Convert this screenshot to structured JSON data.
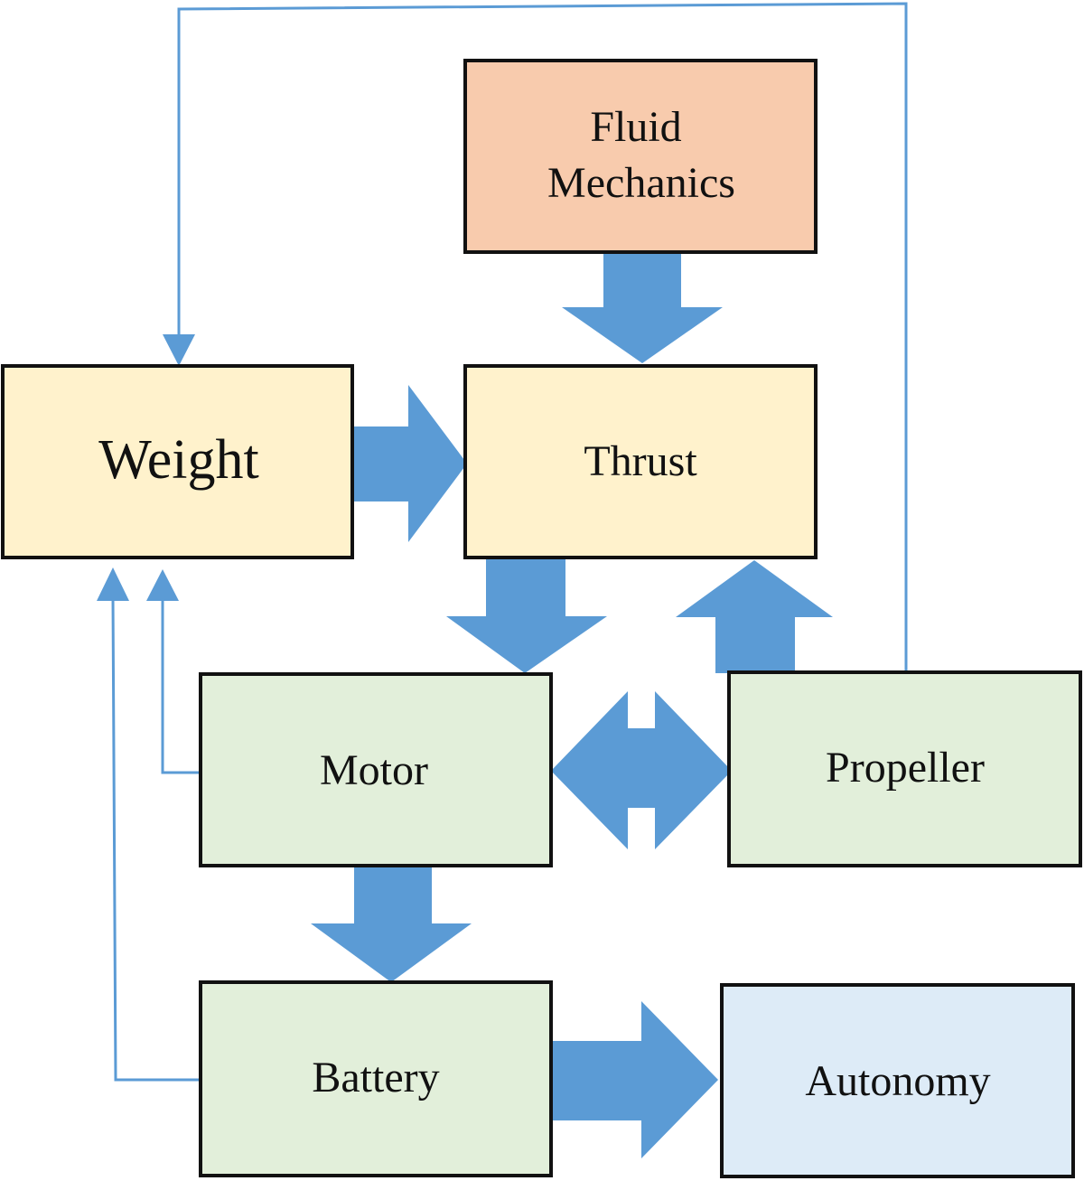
{
  "nodes": {
    "fluid_mechanics": {
      "lines": [
        "Fluid",
        "Mechanics"
      ],
      "fill": "#f8cbad"
    },
    "weight": {
      "label": "Weight",
      "fill": "#fff2cc"
    },
    "thrust": {
      "label": "Thrust",
      "fill": "#fff2cc"
    },
    "motor": {
      "label": "Motor",
      "fill": "#e2efda"
    },
    "propeller": {
      "label": "Propeller",
      "fill": "#e2efda"
    },
    "battery": {
      "label": "Battery",
      "fill": "#e2efda"
    },
    "autonomy": {
      "label": "Autonomy",
      "fill": "#ddebf7"
    }
  },
  "colors": {
    "arrow": "#5b9bd5",
    "border": "#111111"
  },
  "edges": [
    {
      "from": "Fluid Mechanics",
      "to": "Thrust",
      "style": "block-arrow"
    },
    {
      "from": "Weight",
      "to": "Thrust",
      "style": "block-arrow"
    },
    {
      "from": "Thrust",
      "to": "Motor",
      "style": "block-arrow"
    },
    {
      "from": "Propeller",
      "to": "Thrust",
      "style": "block-arrow"
    },
    {
      "from": "Motor",
      "to": "Propeller",
      "style": "double-block-arrow"
    },
    {
      "from": "Motor",
      "to": "Battery",
      "style": "block-arrow"
    },
    {
      "from": "Battery",
      "to": "Autonomy",
      "style": "block-arrow"
    },
    {
      "from": "Propeller",
      "to": "Weight",
      "style": "thin-arrow"
    },
    {
      "from": "Motor",
      "to": "Weight",
      "style": "thin-arrow"
    },
    {
      "from": "Battery",
      "to": "Weight",
      "style": "thin-arrow"
    }
  ]
}
